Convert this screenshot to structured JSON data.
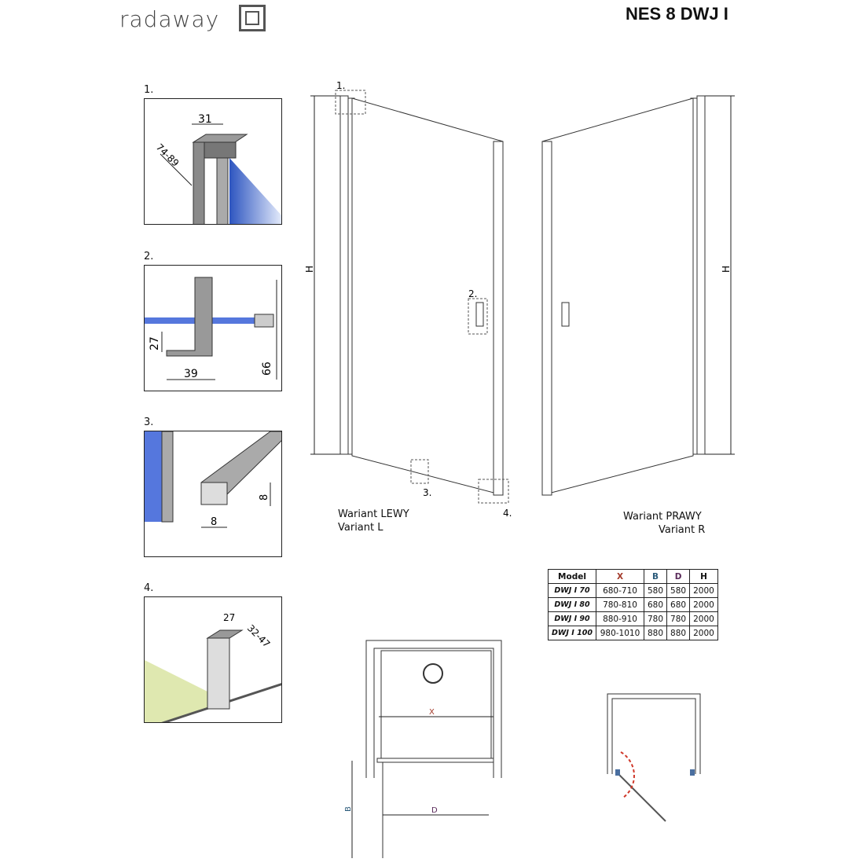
{
  "header": {
    "brand": "radaway",
    "title": "NES 8 DWJ I"
  },
  "details": [
    {
      "label": "1.",
      "dims": [
        "31",
        "74-89"
      ]
    },
    {
      "label": "2.",
      "dims": [
        "27",
        "39",
        "66"
      ]
    },
    {
      "label": "3.",
      "dims": [
        "8",
        "8"
      ]
    },
    {
      "label": "4.",
      "dims": [
        "27",
        "32-47"
      ]
    }
  ],
  "drawing": {
    "height_label": "H",
    "callouts": [
      "1.",
      "2.",
      "3.",
      "4."
    ],
    "left_variant": {
      "line1": "Wariant LEWY",
      "line2": "Variant L"
    },
    "right_variant": {
      "line1": "Wariant PRAWY",
      "line2": "Variant R"
    }
  },
  "plan": {
    "x_label": "X",
    "b_label": "B",
    "d_label": "D"
  },
  "table": {
    "headers": [
      "Model",
      "X",
      "B",
      "D",
      "H"
    ],
    "header_colors": [
      "#111111",
      "#a33a2a",
      "#2a5a7a",
      "#5a2a5a",
      "#111111"
    ],
    "rows": [
      [
        "DWJ I 70",
        "680-710",
        "580",
        "580",
        "2000"
      ],
      [
        "DWJ I 80",
        "780-810",
        "680",
        "680",
        "2000"
      ],
      [
        "DWJ I 90",
        "880-910",
        "780",
        "780",
        "2000"
      ],
      [
        "DWJ I 100",
        "980-1010",
        "880",
        "880",
        "2000"
      ]
    ]
  },
  "colors": {
    "glass": "#3a64c8",
    "wall": "#dfe8b0",
    "swing": "#d0392b"
  }
}
